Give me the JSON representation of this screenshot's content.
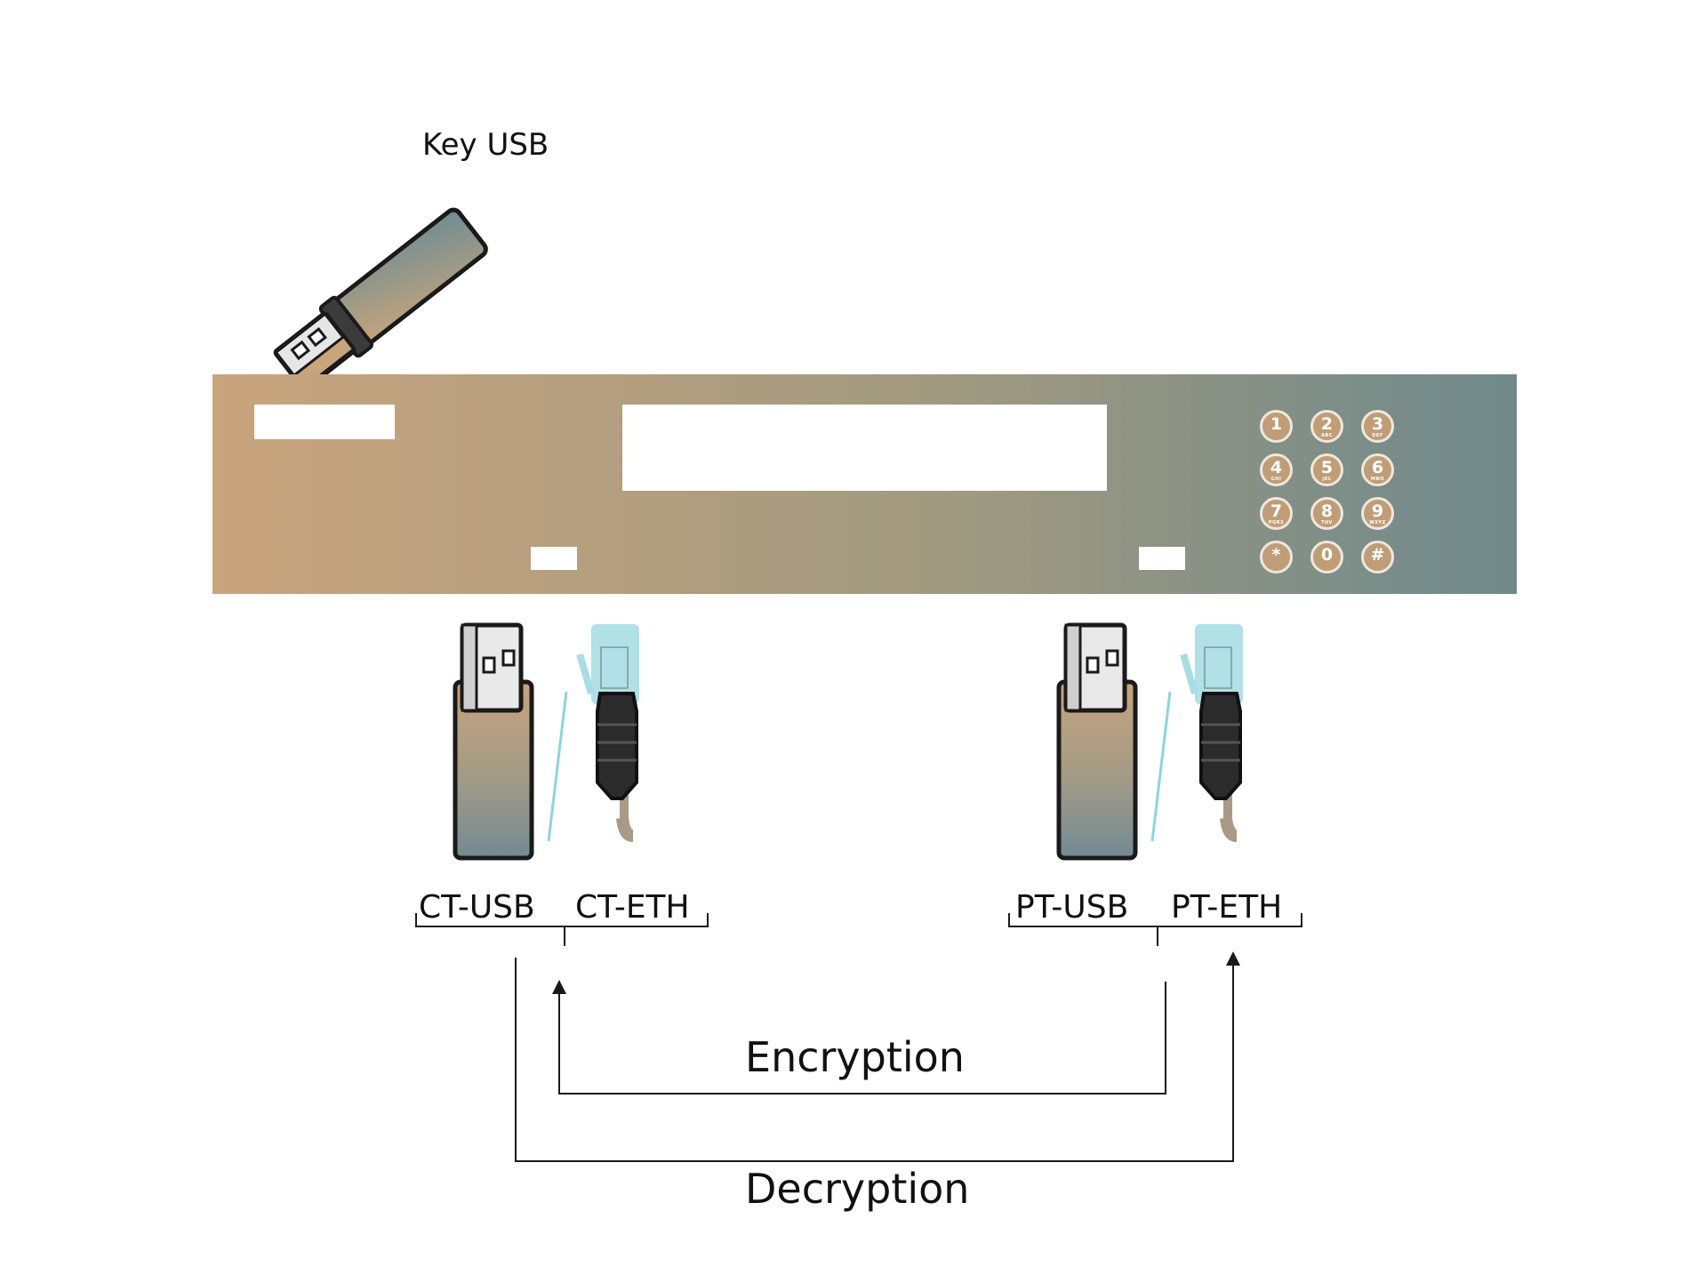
{
  "key_usb_label": "Key USB",
  "ports": {
    "ct_usb": "CT-USB",
    "ct_eth": "CT-ETH",
    "pt_usb": "PT-USB",
    "pt_eth": "PT-ETH"
  },
  "flows": {
    "encryption": "Encryption",
    "decryption": "Decryption"
  },
  "keypad": [
    {
      "digit": "1",
      "sub": ""
    },
    {
      "digit": "2",
      "sub": "ABC"
    },
    {
      "digit": "3",
      "sub": "DEF"
    },
    {
      "digit": "4",
      "sub": "GHI"
    },
    {
      "digit": "5",
      "sub": "JKL"
    },
    {
      "digit": "6",
      "sub": "MNO"
    },
    {
      "digit": "7",
      "sub": "PQRS"
    },
    {
      "digit": "8",
      "sub": "TUV"
    },
    {
      "digit": "9",
      "sub": "WXYZ"
    },
    {
      "digit": "*",
      "sub": ""
    },
    {
      "digit": "0",
      "sub": ""
    },
    {
      "digit": "#",
      "sub": ""
    }
  ],
  "colors": {
    "device_left": "#c8a37c",
    "device_right": "#6f898a",
    "keypad_button": "#bf9d76",
    "eth_clip": "#a9dde3",
    "cable": "#a89a84",
    "line": "#1a1a1a"
  }
}
